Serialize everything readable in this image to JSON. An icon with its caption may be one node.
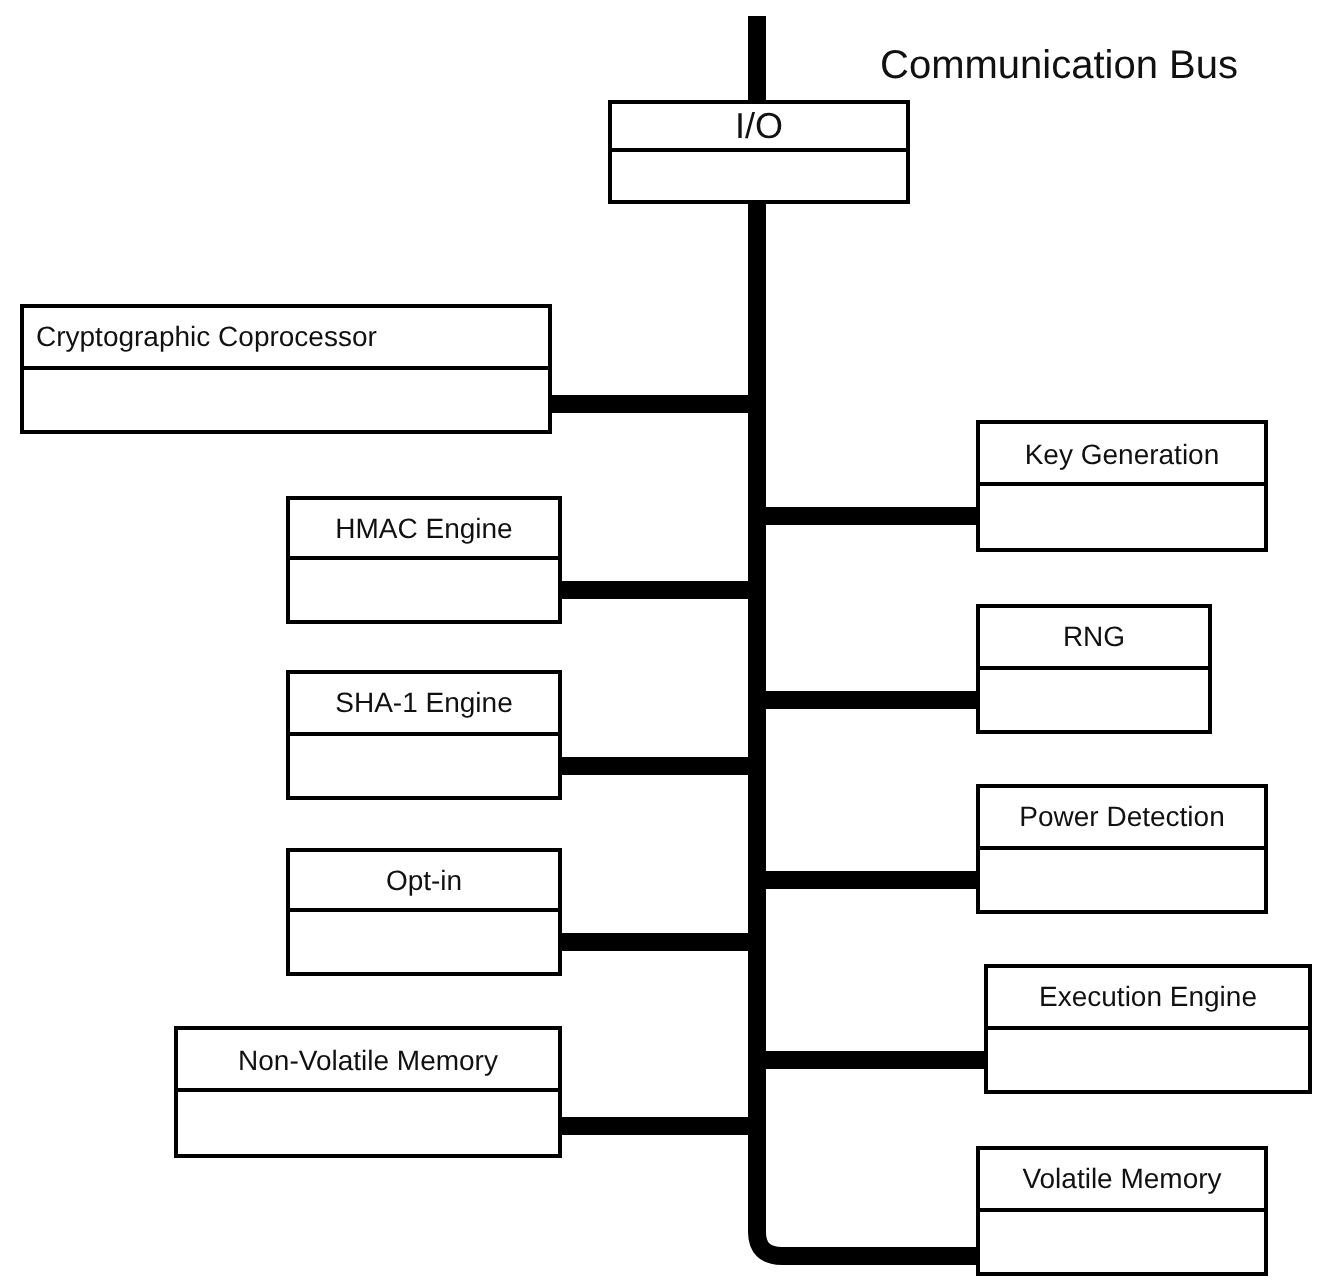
{
  "diagram": {
    "nodes": [
      {
        "text": [],
        "shape": "bar"
      },
      {
        "text": [
          "I/O"
        ]
      },
      {
        "text": [
          "Cryptographic Coprocessor"
        ]
      },
      {
        "text": [
          "Key Generation"
        ]
      },
      {
        "text": [
          "HMAC Engine"
        ]
      },
      {
        "text": [
          "RNG"
        ]
      },
      {
        "text": [
          "SHA-1 Engine"
        ]
      },
      {
        "text": [
          "Power Detection"
        ]
      },
      {
        "text": [
          "Opt-in"
        ]
      },
      {
        "text": [
          "Execution Engine"
        ]
      },
      {
        "text": [
          "Non-Volatile Memory"
        ]
      },
      {
        "text": [
          "Volatile Memory"
        ]
      }
    ],
    "edges": [
      {
        "from": null,
        "to": 1,
        "arrow": "none"
      },
      {
        "from": 1,
        "to": 0,
        "arrow": "none"
      },
      {
        "from": 2,
        "to": 0,
        "arrow": "none"
      },
      {
        "from": 3,
        "to": 0,
        "arrow": "none"
      },
      {
        "from": 4,
        "to": 0,
        "arrow": "none"
      },
      {
        "from": 5,
        "to": 0,
        "arrow": "none"
      },
      {
        "from": 6,
        "to": 0,
        "arrow": "none"
      },
      {
        "from": 7,
        "to": 0,
        "arrow": "none"
      },
      {
        "from": 8,
        "to": 0,
        "arrow": "none"
      },
      {
        "from": 9,
        "to": 0,
        "arrow": "none"
      },
      {
        "from": 10,
        "to": 0,
        "arrow": "none"
      },
      {
        "from": 11,
        "to": 0,
        "arrow": "none"
      }
    ],
    "labels": [
      "Communication Bus"
    ]
  }
}
